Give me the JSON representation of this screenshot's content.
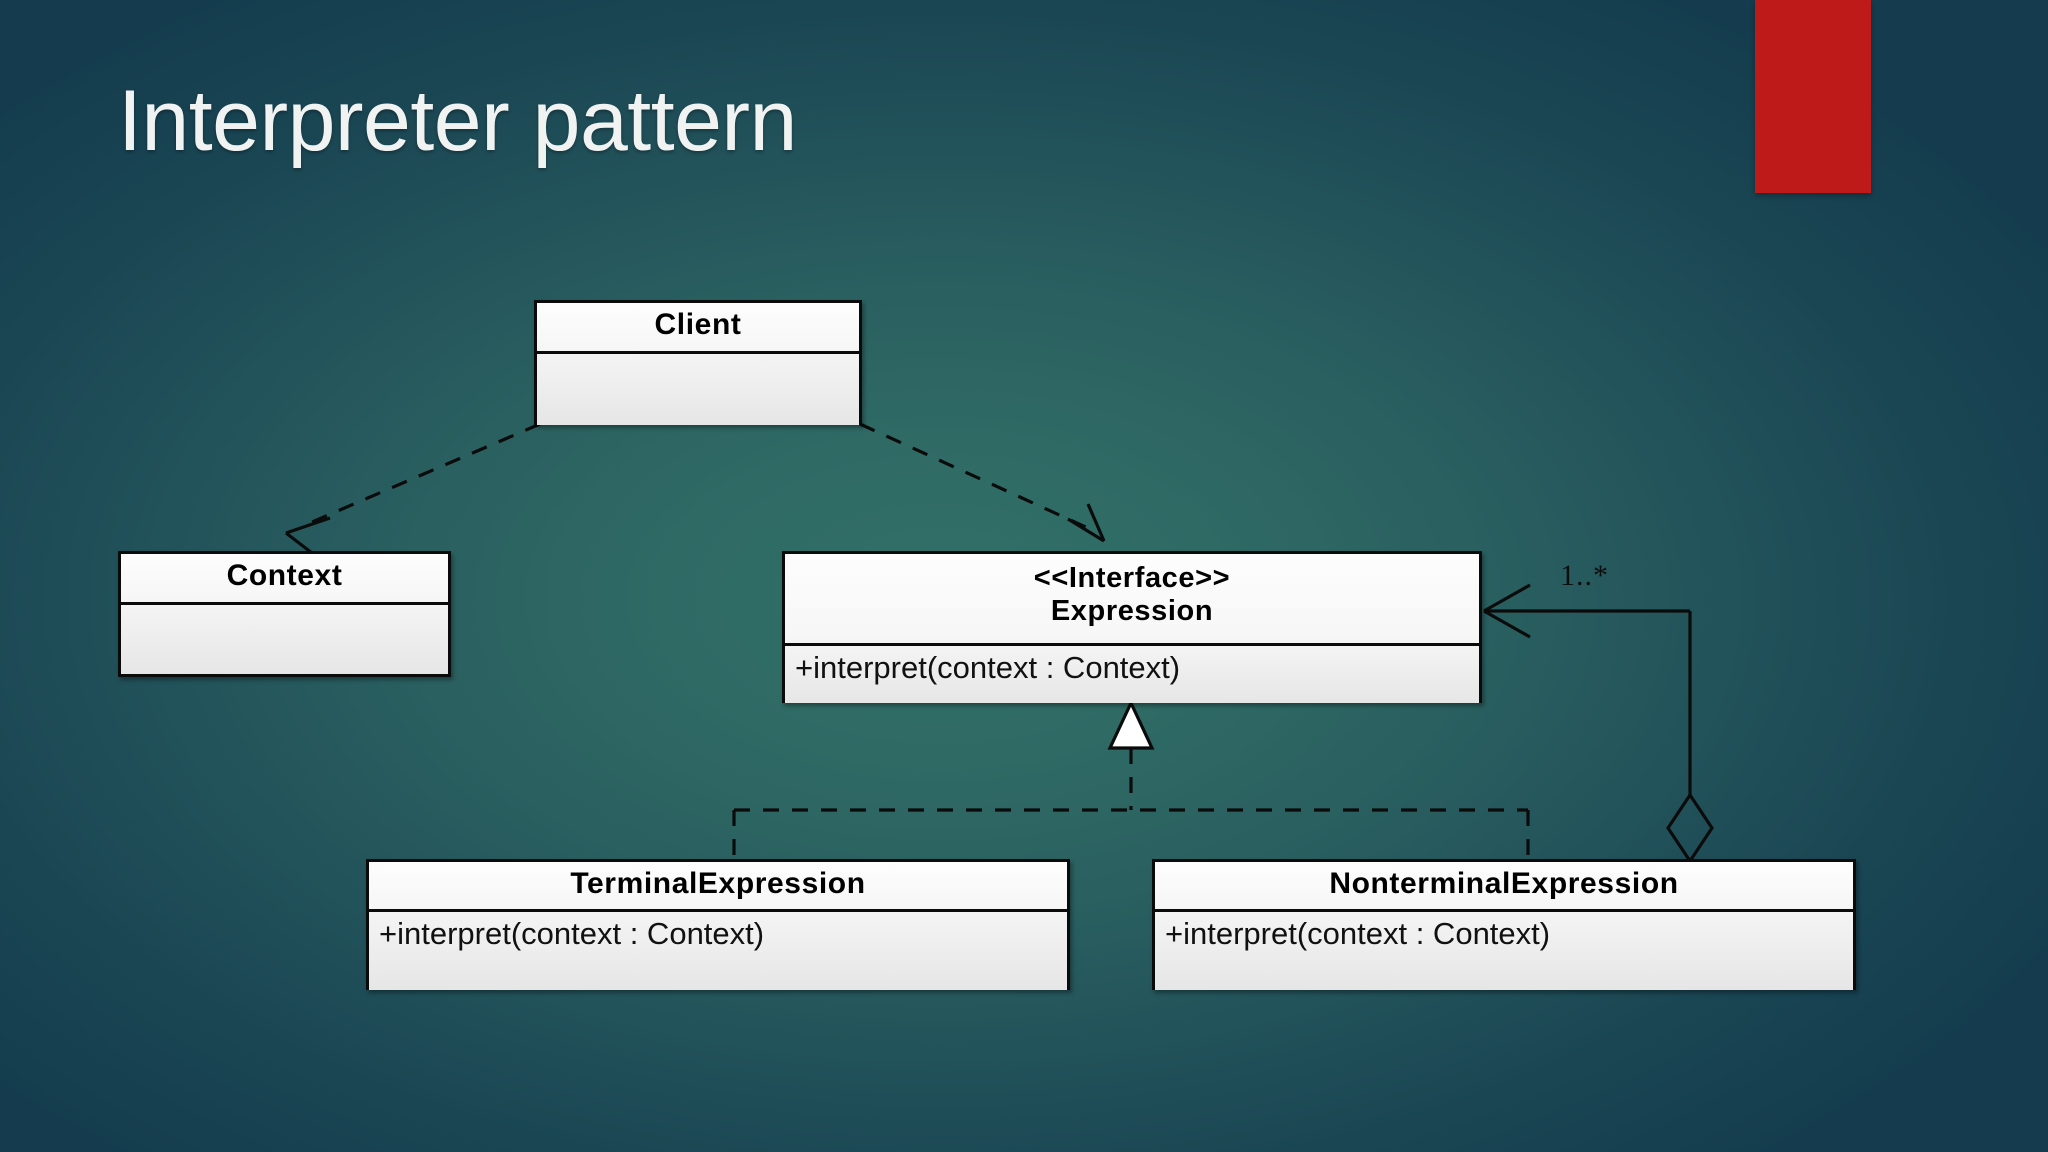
{
  "slide": {
    "title": "Interpreter pattern",
    "background": {
      "center_color": "#2f6a65",
      "edge_color": "#143c4e"
    },
    "accent_shape": {
      "name": "red-bar",
      "color": "#be1a1a"
    }
  },
  "diagram": {
    "type": "uml-class-diagram",
    "classes": [
      {
        "id": "client",
        "name": "Client",
        "stereotype": "",
        "members": []
      },
      {
        "id": "context",
        "name": "Context",
        "stereotype": "",
        "members": []
      },
      {
        "id": "expression",
        "name": "Expression",
        "stereotype": "<<Interface>>",
        "members": [
          "+interpret(context : Context)"
        ]
      },
      {
        "id": "terminal",
        "name": "TerminalExpression",
        "stereotype": "",
        "members": [
          "+interpret(context : Context)"
        ]
      },
      {
        "id": "nonterminal",
        "name": "NonterminalExpression",
        "stereotype": "",
        "members": [
          "+interpret(context : Context)"
        ]
      }
    ],
    "relationships": [
      {
        "from": "client",
        "to": "context",
        "kind": "dependency",
        "style": "dashed-open-arrow",
        "label": ""
      },
      {
        "from": "client",
        "to": "expression",
        "kind": "dependency",
        "style": "dashed-open-arrow",
        "label": ""
      },
      {
        "from": "terminal",
        "to": "expression",
        "kind": "realization",
        "style": "dashed-hollow-triangle",
        "label": ""
      },
      {
        "from": "nonterminal",
        "to": "expression",
        "kind": "realization",
        "style": "dashed-hollow-triangle",
        "label": ""
      },
      {
        "from": "nonterminal",
        "to": "expression",
        "kind": "aggregation",
        "style": "solid-hollow-diamond",
        "label": "1..*"
      }
    ],
    "labels": {
      "multiplicity": "1..*"
    },
    "line_color": "#0b0b0b"
  }
}
